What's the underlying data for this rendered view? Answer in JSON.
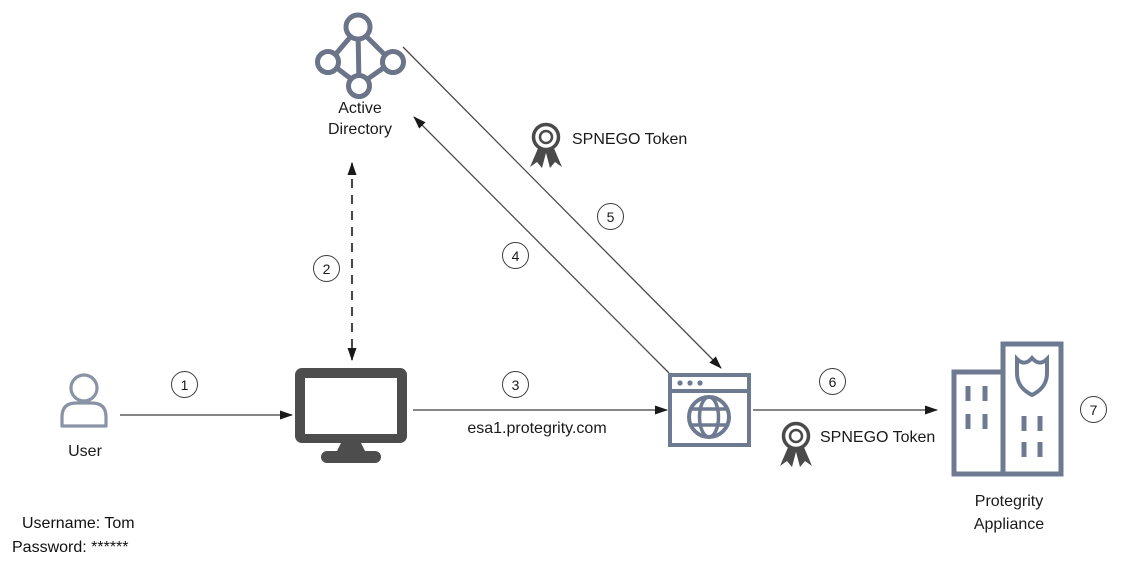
{
  "diagram": {
    "nodes": {
      "active_directory": {
        "label": "Active Directory"
      },
      "user": {
        "label": "User"
      },
      "appliance": {
        "label": "Protegrity Appliance"
      }
    },
    "annotations": {
      "esa_url": "esa1.protegrity.com",
      "spnego_top": "SPNEGO Token",
      "spnego_bottom": "SPNEGO Token",
      "username": "Username: Tom",
      "password": "Password: ******"
    },
    "steps": [
      "1",
      "2",
      "3",
      "4",
      "5",
      "6",
      "7"
    ],
    "colors": {
      "icon_slate": "#6e7a91",
      "icon_slate_light": "#8a93a6",
      "icon_dark": "#4d4d4d",
      "line": "#3f3f3f",
      "text": "#1a1a1a"
    }
  }
}
